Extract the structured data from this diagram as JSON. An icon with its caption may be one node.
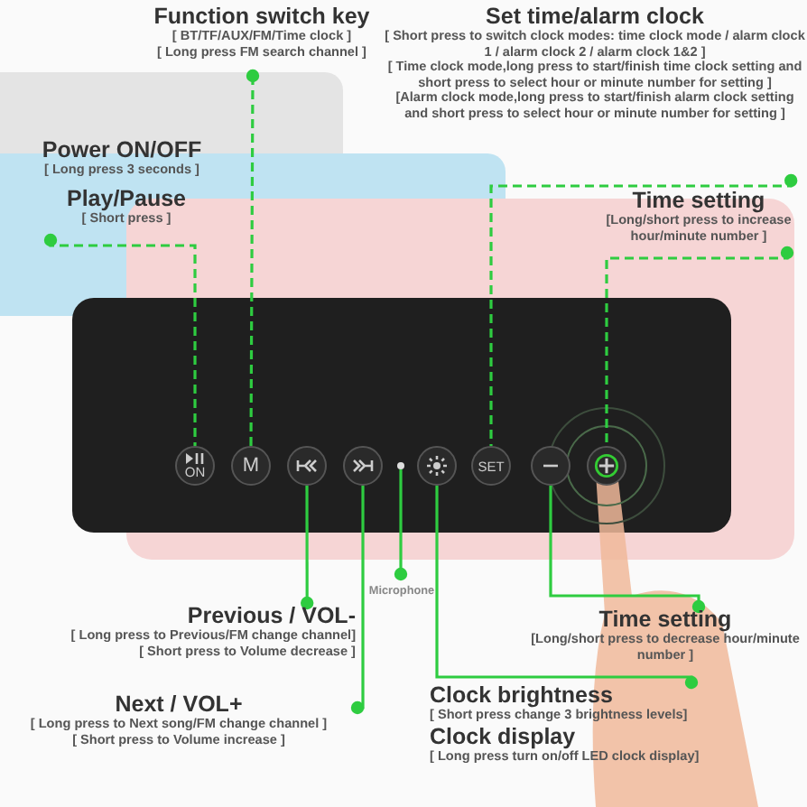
{
  "diagram": {
    "nodes": [
      {
        "text": [
          "Function switch key",
          "[ BT/TF/AUX/FM/Time clock ]",
          "[ Long press FM search channel ]"
        ]
      },
      {
        "text": [
          "Set time/alarm clock",
          "[ Short press to switch clock modes: time clock mode / alarm clock 1 / alarm clock 2 / alarm clock 1&2 ]",
          "[ Time clock mode,long press to start/finish time clock setting and short press to select hour or minute number for setting ]",
          "[Alarm clock mode,long press to start/finish alarm clock setting and short press to select hour or minute number for setting ]"
        ]
      },
      {
        "text": [
          "Play/Pause",
          "[ Short press ]"
        ]
      },
      {
        "text": [
          "Time setting",
          "[Long/short press to increase hour/minute number ]"
        ]
      },
      {
        "text": [
          "ON"
        ]
      },
      {
        "text": [
          "M"
        ]
      },
      {
        "text": [],
        "shape": "circle"
      },
      {
        "text": [],
        "shape": "circle"
      },
      {
        "text": [],
        "shape": "circle"
      },
      {
        "text": [],
        "shape": "circle"
      },
      {
        "text": [
          "SET"
        ]
      },
      {
        "text": [],
        "shape": "circle"
      },
      {
        "text": [],
        "shape": "circle"
      },
      {
        "text": [
          "Microphone"
        ]
      },
      {
        "text": [
          "Previous / VOL-",
          "[ Long press to Previous/FM change channel]",
          "[ Short press to Volume decrease ]"
        ]
      },
      {
        "text": [
          "Time setting",
          "[Long/short press to decrease hour/minute number ]"
        ]
      },
      {
        "text": [
          "Next / VOL+",
          "[ Long press to Next song/FM change channel ]",
          "[ Short press to Volume increase ]"
        ]
      },
      {
        "text": [
          "Clock brightness",
          "[ Short press change 3 brightness levels]"
        ]
      }
    ],
    "edges": [
      {
        "from": 0,
        "to": 5,
        "arrow": "other",
        "style": "dashed"
      },
      {
        "from": 1,
        "to": 10,
        "arrow": "other",
        "style": "dashed"
      },
      {
        "from": 2,
        "to": 4,
        "arrow": "other",
        "style": "dashed"
      },
      {
        "from": 3,
        "to": 12,
        "arrow": "other",
        "style": "dashed"
      },
      {
        "from": 13,
        "to": 8,
        "arrow": "other"
      },
      {
        "from": 14,
        "to": 6,
        "arrow": "other"
      },
      {
        "from": 15,
        "to": 11,
        "arrow": "other"
      },
      {
        "from": 16,
        "to": 7,
        "arrow": "other"
      },
      {
        "from": 17,
        "to": 9,
        "arrow": "other"
      }
    ],
    "labels": [
      "Power ON/OFF",
      "[ Long press 3 seconds ]",
      "Clock display",
      "[ Long press turn on/off LED clock display]"
    ]
  }
}
